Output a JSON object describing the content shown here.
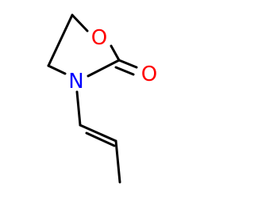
{
  "molecule": {
    "atoms": {
      "ring_oxygen": "O",
      "carbonyl_oxygen": "O",
      "nitrogen": "N"
    },
    "colors": {
      "oxygen": "#ff0000",
      "nitrogen": "#0000ff",
      "bond": "#000000",
      "background": "#ffffff"
    }
  }
}
